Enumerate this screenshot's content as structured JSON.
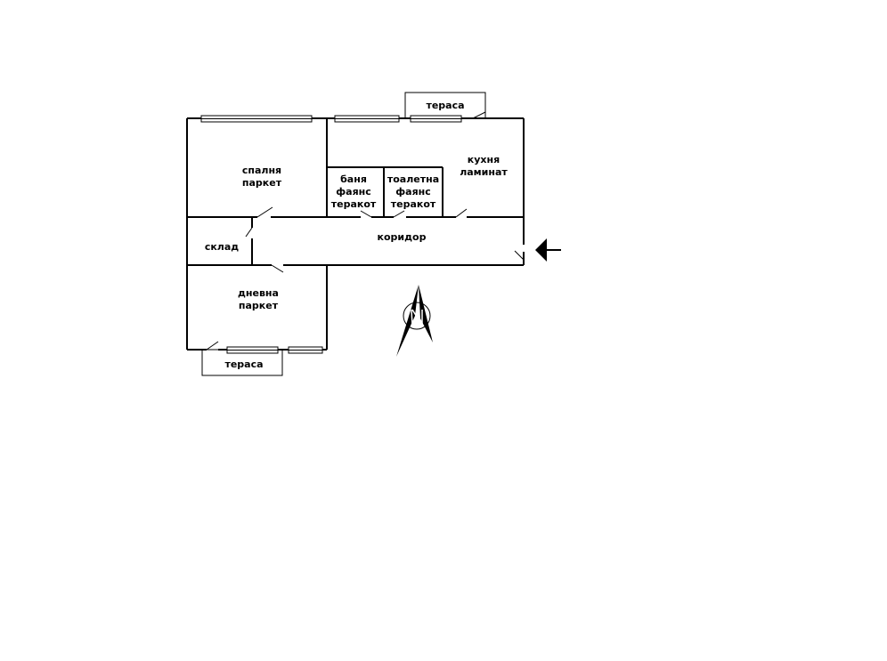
{
  "rooms": {
    "bedroom": {
      "name": "спалня",
      "floor": "паркет"
    },
    "bathroom": {
      "name": "баня",
      "wall": "фаянс",
      "floor": "теракот"
    },
    "toilet": {
      "name": "тоалетна",
      "wall": "фаянс",
      "floor": "теракот"
    },
    "kitchen": {
      "name": "кухня",
      "floor": "ламинат"
    },
    "storage": {
      "name": "склад"
    },
    "corridor": {
      "name": "коридор"
    },
    "living": {
      "name": "дневна",
      "floor": "паркет"
    },
    "terrace_top": {
      "name": "тераса"
    },
    "terrace_bottom": {
      "name": "тераса"
    }
  },
  "icons": {
    "entrance": "arrow-left-icon",
    "north": "north-arrow-icon"
  },
  "colors": {
    "line": "#000000",
    "background": "#ffffff"
  }
}
